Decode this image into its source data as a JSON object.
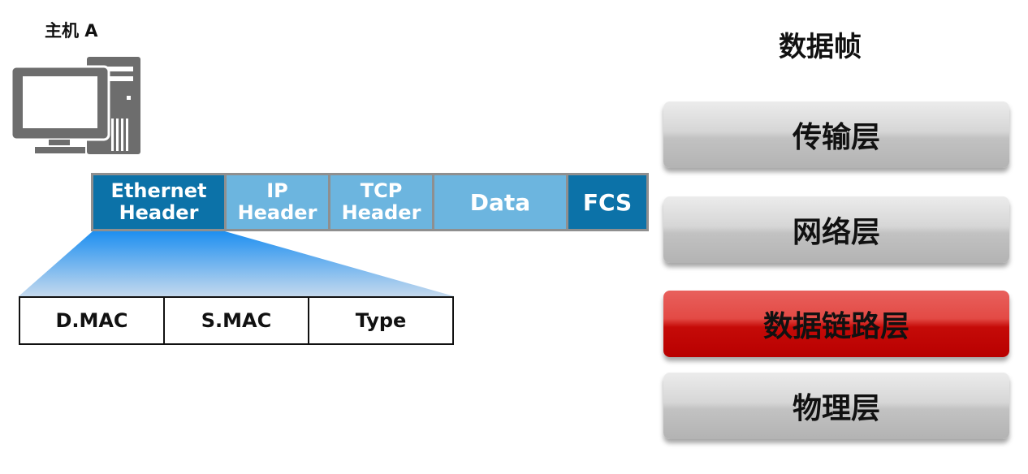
{
  "host": {
    "label": "主机 A",
    "icon": "computer-icon"
  },
  "frame": {
    "segments": [
      {
        "label": "Ethernet\nHeader",
        "style": "dark"
      },
      {
        "label": "IP\nHeader",
        "style": "light"
      },
      {
        "label": "TCP\nHeader",
        "style": "light"
      },
      {
        "label": "Data",
        "style": "light"
      },
      {
        "label": "FCS",
        "style": "dark"
      }
    ],
    "colors": {
      "dark": "#0c72a8",
      "light": "#6cb5df"
    }
  },
  "ethernet_header_fields": [
    "D.MAC",
    "S.MAC",
    "Type"
  ],
  "stack": {
    "title": "数据帧",
    "layers": [
      {
        "label": "传输层",
        "active": false
      },
      {
        "label": "网络层",
        "active": false
      },
      {
        "label": "数据链路层",
        "active": true
      },
      {
        "label": "物理层",
        "active": false
      }
    ],
    "highlight_color": "#c50b08"
  }
}
